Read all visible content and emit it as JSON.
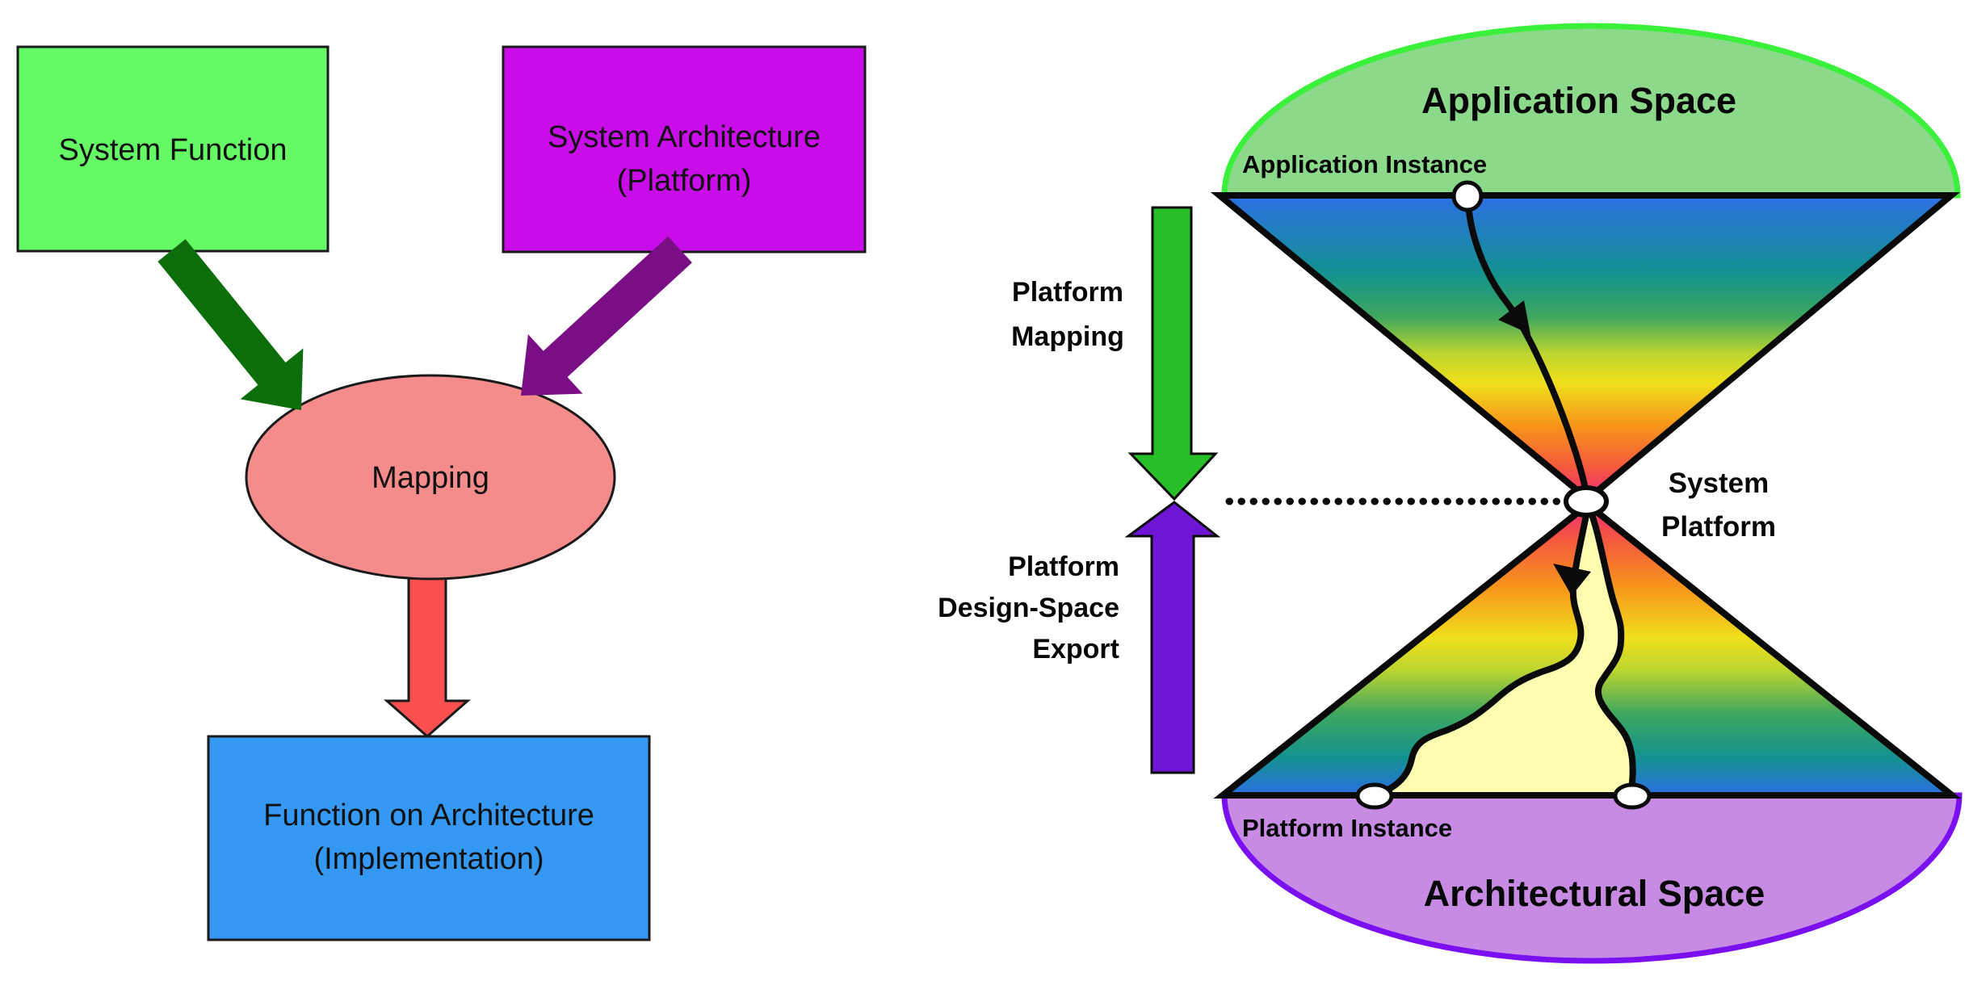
{
  "left_diagram": {
    "function_box": {
      "label": "System Function",
      "fill": "#66F966"
    },
    "architecture_box": {
      "line1": "System Architecture",
      "line2": "(Platform)",
      "fill": "#C90DE9"
    },
    "mapping_ellipse": {
      "label": "Mapping",
      "fill": "#F48C8C"
    },
    "implementation_box": {
      "line1": "Function on Architecture",
      "line2": "(Implementation)",
      "fill": "#3598F2"
    },
    "arrows": {
      "function_to_mapping_fill": "#0B6E0B",
      "architecture_to_mapping_fill": "#7A0E84",
      "mapping_to_implementation_fill": "#FB5050"
    }
  },
  "right_diagram": {
    "application_space": {
      "title": "Application Space",
      "fill": "#8CD98C",
      "border": "#3BF03B"
    },
    "application_instance_label": "Application Instance",
    "platform_mapping_arrow": {
      "line1": "Platform",
      "line2": "Mapping",
      "fill": "#28BE28"
    },
    "platform_dse_arrow": {
      "line1": "Platform",
      "line2": "Design-Space",
      "line3": "Export",
      "fill": "#6E16D4"
    },
    "system_platform_label": {
      "line1": "System",
      "line2": "Platform"
    },
    "platform_instance_label": "Platform Instance",
    "architectural_space": {
      "title": "Architectural Space",
      "fill": "#C78BE4",
      "border": "#7A0FF0"
    },
    "design_path_region_fill": "#FDFDB2",
    "gradient_colors": [
      "#2C6FE3",
      "#13928F",
      "#3FA75F",
      "#BCD52F",
      "#EFDF1C",
      "#F7941B",
      "#F4583F",
      "#F12A7B"
    ]
  }
}
